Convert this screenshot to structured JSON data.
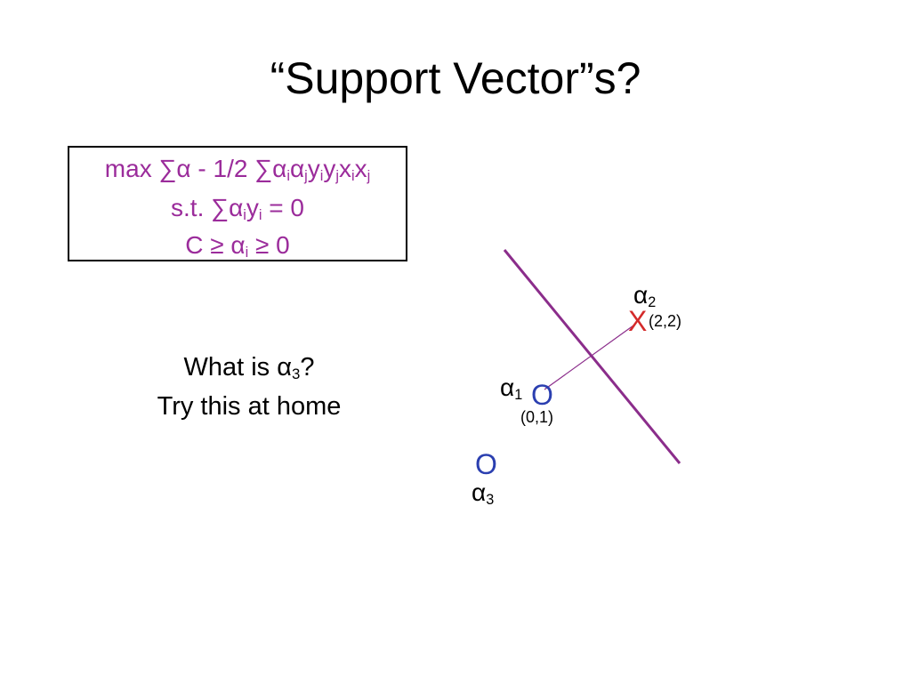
{
  "slide": {
    "title": "“Support Vector”s?"
  },
  "formula": {
    "line1": {
      "prefix": "max ∑α - 1/2 ∑",
      "parts": [
        {
          "base": "α",
          "sub": "i"
        },
        {
          "base": "α",
          "sub": "j"
        },
        {
          "base": "y",
          "sub": "i"
        },
        {
          "base": "y",
          "sub": "j"
        },
        {
          "base": "x",
          "sub": "i"
        },
        {
          "base": "x",
          "sub": "j"
        }
      ]
    },
    "line2": {
      "prefix": "s.t. ∑",
      "a": "α",
      "a_sub": "i",
      "y": "y",
      "y_sub": "i",
      "suffix": " = 0"
    },
    "line3": {
      "prefix": "C ≥ ",
      "a": "α",
      "a_sub": "i",
      "suffix": " ≥ 0"
    }
  },
  "question": {
    "line1_prefix": "What is ",
    "alpha": "α",
    "alpha_sub": "3",
    "line1_suffix": "?",
    "line2": "Try this at home"
  },
  "diagram": {
    "colors": {
      "boundary_line": "#8b2d8b",
      "connector_line": "#8b2d8b",
      "positive_marker": "#d42a2a",
      "negative_marker": "#2b3fb0"
    },
    "points": {
      "x_point": {
        "marker": "X",
        "coord": "(2,2)",
        "alpha": "α",
        "alpha_sub": "2"
      },
      "o_point_1": {
        "marker": "O",
        "coord": "(0,1)",
        "alpha": "α",
        "alpha_sub": "1"
      },
      "o_point_3": {
        "marker": "O",
        "alpha": "α",
        "alpha_sub": "3"
      }
    }
  }
}
